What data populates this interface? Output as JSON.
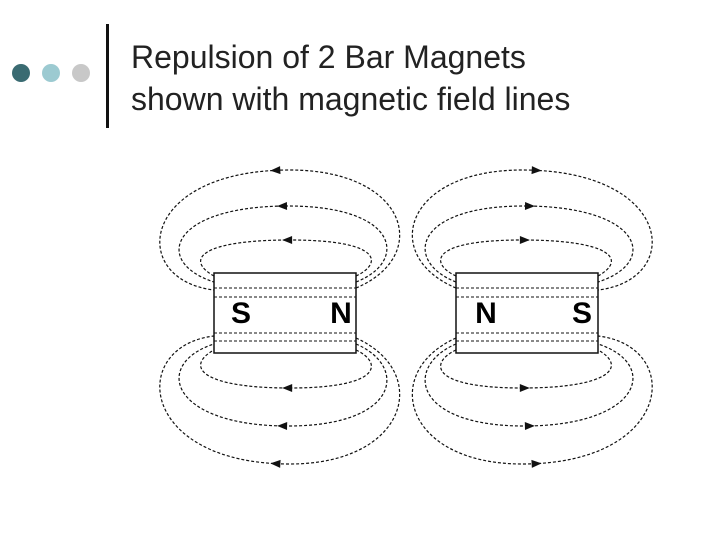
{
  "slide": {
    "title_line1": "Repulsion of 2 Bar Magnets",
    "title_line2": "shown with magnetic field lines"
  },
  "bullets": [
    {
      "name": "dark-teal-dot",
      "color": "#3a6b72"
    },
    {
      "name": "light-teal-dot",
      "color": "#9ccad1"
    },
    {
      "name": "gray-dot",
      "color": "#c8c8c8"
    }
  ],
  "magnets": {
    "left": {
      "left_pole": "S",
      "right_pole": "N"
    },
    "right": {
      "left_pole": "N",
      "right_pole": "S"
    }
  }
}
